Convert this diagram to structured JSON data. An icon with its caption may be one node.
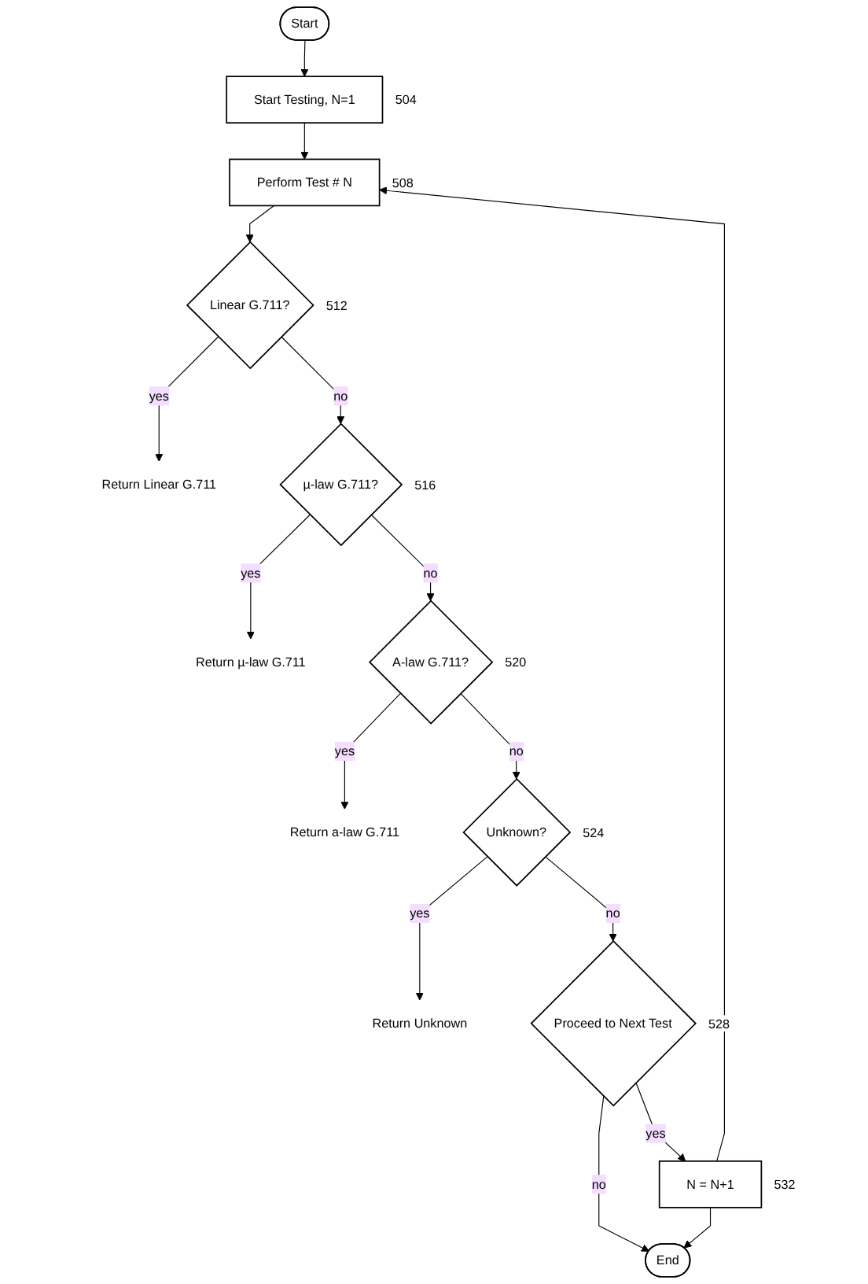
{
  "diagram": {
    "nodes": [
      {
        "text": [
          "Start"
        ]
      },
      {
        "text": [
          "Start Testing, N=1"
        ],
        "beside": [
          "504"
        ]
      },
      {
        "text": [
          "Perform Test # N"
        ],
        "beside": [
          "508"
        ]
      },
      {
        "text": [
          "Linear G.711?"
        ],
        "beside": [
          "512"
        ]
      },
      {
        "text": [
          "Return Linear G.711"
        ]
      },
      {
        "text": [
          "µ-law G.711?"
        ],
        "beside": [
          "516"
        ]
      },
      {
        "text": [
          "Return µ-law G.711"
        ]
      },
      {
        "text": [
          "A-law G.711?"
        ],
        "beside": [
          "520"
        ]
      },
      {
        "text": [
          "Return a-law G.711"
        ]
      },
      {
        "text": [
          "Unknown?"
        ],
        "beside": [
          "524"
        ]
      },
      {
        "text": [
          "Return Unknown"
        ]
      },
      {
        "text": [
          "Proceed to Next Test"
        ],
        "beside": [
          "528"
        ]
      },
      {
        "text": [
          "N = N+1"
        ],
        "beside": [
          "532"
        ]
      },
      {
        "text": [
          "End"
        ]
      }
    ],
    "edges": [
      {
        "from": 0,
        "to": 1,
        "arrow": "to"
      },
      {
        "from": 1,
        "to": 2,
        "arrow": "to"
      },
      {
        "from": 2,
        "to": 3,
        "arrow": "to"
      },
      {
        "from": 3,
        "to": 4,
        "arrow": "to",
        "label": "yes"
      },
      {
        "from": 3,
        "to": 5,
        "arrow": "to",
        "label": "no"
      },
      {
        "from": 5,
        "to": 6,
        "arrow": "to",
        "label": "yes"
      },
      {
        "from": 5,
        "to": 7,
        "arrow": "to",
        "label": "no"
      },
      {
        "from": 7,
        "to": 8,
        "arrow": "to",
        "label": "yes"
      },
      {
        "from": 7,
        "to": 9,
        "arrow": "to",
        "label": "no"
      },
      {
        "from": 9,
        "to": 10,
        "arrow": "to",
        "label": "yes"
      },
      {
        "from": 9,
        "to": 11,
        "arrow": "to",
        "label": "no"
      },
      {
        "from": 11,
        "to": 13,
        "arrow": "to",
        "label": "no"
      },
      {
        "from": 11,
        "to": 12,
        "arrow": "to",
        "label": "yes"
      },
      {
        "from": 12,
        "to": 2,
        "arrow": "to"
      },
      {
        "from": 12,
        "to": 13,
        "arrow": "to"
      }
    ]
  }
}
